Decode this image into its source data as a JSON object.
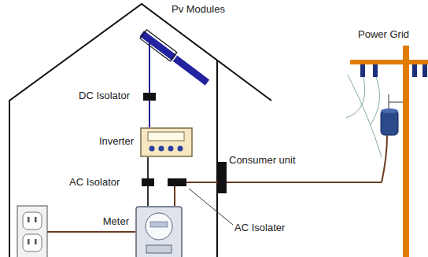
{
  "diagram": {
    "nodes": [
      {
        "text": [
          "Pv Modules"
        ]
      },
      {
        "text": [
          "Inverter"
        ]
      },
      {
        "text": [
          "Meter"
        ]
      },
      {
        "text": [
          "Power Grid"
        ]
      }
    ],
    "edges": [
      {
        "from": 0,
        "to": 1,
        "arrow": "none"
      },
      {
        "from": 1,
        "to": 2,
        "arrow": "none"
      },
      {
        "from": 2,
        "to": 3,
        "arrow": "none"
      }
    ],
    "labels": [
      "DC Isolator",
      "AC Isolator",
      "Consumer unit",
      "AC Isolater"
    ]
  }
}
